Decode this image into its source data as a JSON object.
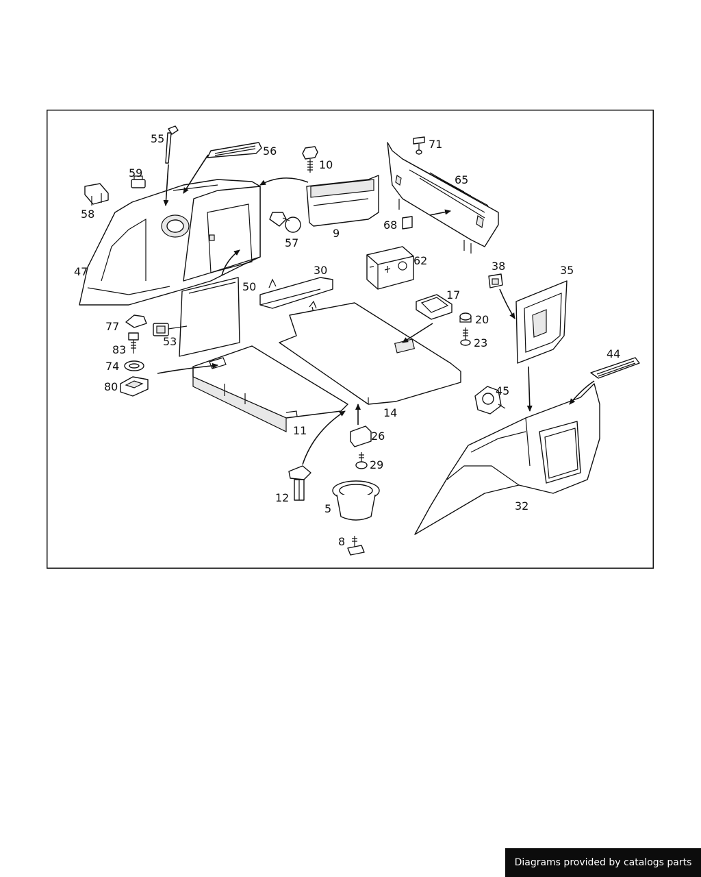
{
  "callouts": {
    "c55": "55",
    "c56": "56",
    "c59": "59",
    "c58": "58",
    "c47": "47",
    "c10": "10",
    "c9": "9",
    "c57": "57",
    "c71": "71",
    "c65": "65",
    "c68": "68",
    "c62": "62",
    "c30": "30",
    "c50": "50",
    "c38": "38",
    "c35": "35",
    "c17": "17",
    "c20": "20",
    "c23": "23",
    "c77": "77",
    "c53": "53",
    "c83": "83",
    "c74": "74",
    "c80": "80",
    "c14": "14",
    "c11": "11",
    "c44": "44",
    "c45": "45",
    "c26": "26",
    "c29": "29",
    "c12": "12",
    "c5": "5",
    "c8": "8",
    "c32": "32"
  },
  "footer": {
    "watermark": "Diagrams provided by catalogs parts"
  }
}
